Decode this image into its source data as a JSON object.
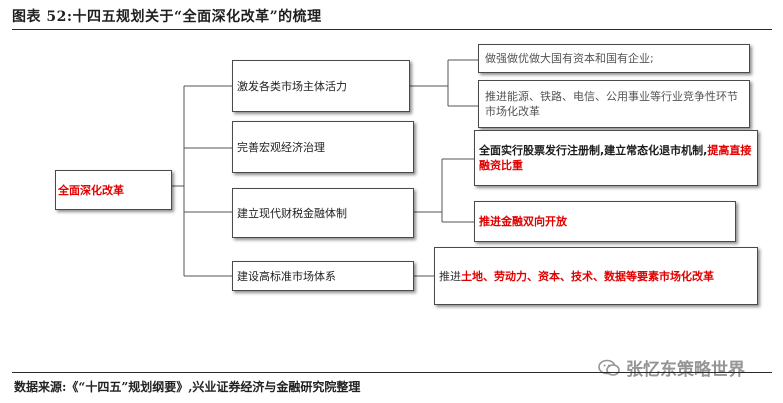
{
  "title": "图表 52:十四五规划关于“全面深化改革”的梳理",
  "root": "全面深化改革",
  "branches": [
    {
      "label": "激发各类市场主体活力"
    },
    {
      "label": "完善宏观经济治理"
    },
    {
      "label": "建立现代财税金融体制"
    },
    {
      "label": "建设高标准市场体系"
    }
  ],
  "leaves": {
    "l1": "做强做优做大国有资本和国有企业;",
    "l2": "推进能源、铁路、电信、公用事业等行业竞争性环节市场化改革",
    "l3_dark": "全面实行股票发行注册制,建立常态化退市机制,",
    "l3_red": "提高直接融资比重",
    "l4": "推进金融双向开放",
    "l5_prefix": "推进",
    "l5_red": "土地、劳动力、资本、技术、数据等要素市场化改革"
  },
  "source": "数据来源:《“十四五”规划纲要》,兴业证券经济与金融研究院整理",
  "watermark": "张忆东策略世界"
}
